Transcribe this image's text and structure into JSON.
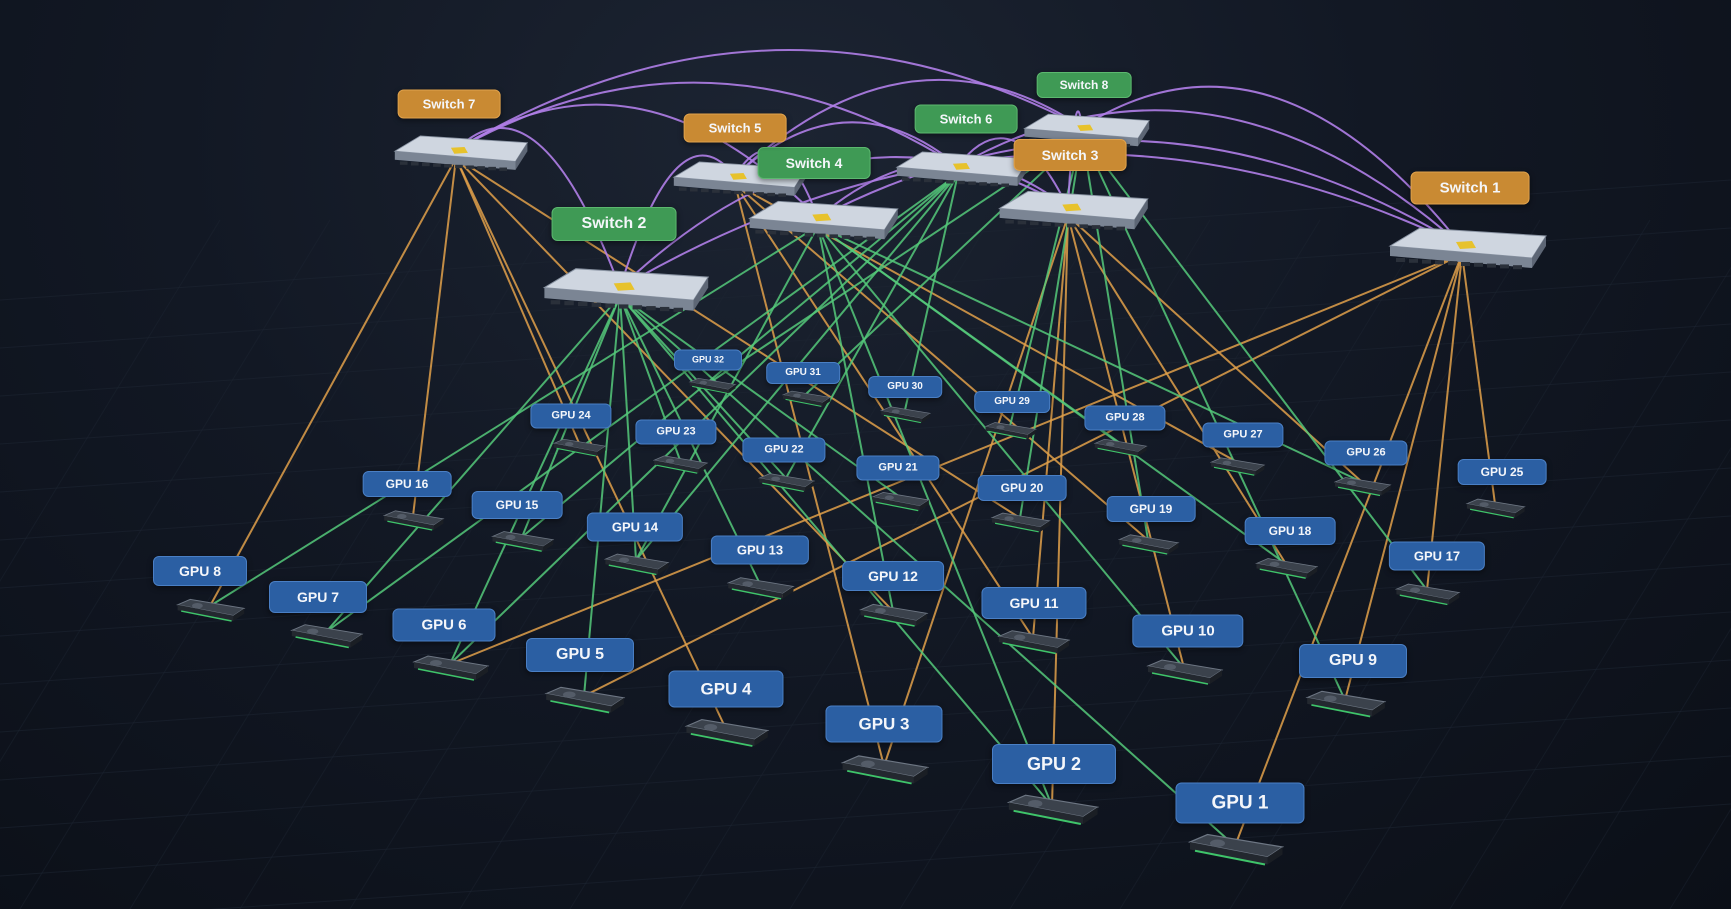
{
  "colors": {
    "link_orange": "#e0a04a",
    "link_green": "#55c97a",
    "link_purple": "#b07ee8",
    "switch_orange": "#c98a33",
    "switch_green": "#3f9a55",
    "gpu_blue": "#2b5fa3"
  },
  "device_icons": {
    "switch": "network-switch-icon",
    "gpu": "gpu-card-icon"
  },
  "switches": [
    {
      "id": "s1",
      "label": "Switch 1",
      "color": "orange"
    },
    {
      "id": "s2",
      "label": "Switch 2",
      "color": "green"
    },
    {
      "id": "s3",
      "label": "Switch 3",
      "color": "orange"
    },
    {
      "id": "s4",
      "label": "Switch 4",
      "color": "green"
    },
    {
      "id": "s5",
      "label": "Switch 5",
      "color": "orange"
    },
    {
      "id": "s6",
      "label": "Switch 6",
      "color": "green"
    },
    {
      "id": "s7",
      "label": "Switch 7",
      "color": "orange"
    },
    {
      "id": "s8",
      "label": "Switch 8",
      "color": "green"
    }
  ],
  "gpus": [
    {
      "id": "g1",
      "label": "GPU 1"
    },
    {
      "id": "g2",
      "label": "GPU 2"
    },
    {
      "id": "g3",
      "label": "GPU 3"
    },
    {
      "id": "g4",
      "label": "GPU 4"
    },
    {
      "id": "g5",
      "label": "GPU 5"
    },
    {
      "id": "g6",
      "label": "GPU 6"
    },
    {
      "id": "g7",
      "label": "GPU 7"
    },
    {
      "id": "g8",
      "label": "GPU 8"
    },
    {
      "id": "g9",
      "label": "GPU 9"
    },
    {
      "id": "g10",
      "label": "GPU 10"
    },
    {
      "id": "g11",
      "label": "GPU 11"
    },
    {
      "id": "g12",
      "label": "GPU 12"
    },
    {
      "id": "g13",
      "label": "GPU 13"
    },
    {
      "id": "g14",
      "label": "GPU 14"
    },
    {
      "id": "g15",
      "label": "GPU 15"
    },
    {
      "id": "g16",
      "label": "GPU 16"
    },
    {
      "id": "g17",
      "label": "GPU 17"
    },
    {
      "id": "g18",
      "label": "GPU 18"
    },
    {
      "id": "g19",
      "label": "GPU 19"
    },
    {
      "id": "g20",
      "label": "GPU 20"
    },
    {
      "id": "g21",
      "label": "GPU 21"
    },
    {
      "id": "g22",
      "label": "GPU 22"
    },
    {
      "id": "g23",
      "label": "GPU 23"
    },
    {
      "id": "g24",
      "label": "GPU 24"
    },
    {
      "id": "g25",
      "label": "GPU 25"
    },
    {
      "id": "g26",
      "label": "GPU 26"
    },
    {
      "id": "g27",
      "label": "GPU 27"
    },
    {
      "id": "g28",
      "label": "GPU 28"
    },
    {
      "id": "g29",
      "label": "GPU 29"
    },
    {
      "id": "g30",
      "label": "GPU 30"
    },
    {
      "id": "g31",
      "label": "GPU 31"
    },
    {
      "id": "g32",
      "label": "GPU 32"
    }
  ],
  "links": [
    {
      "from": "s1",
      "to": "g1"
    },
    {
      "from": "s1",
      "to": "g9"
    },
    {
      "from": "s1",
      "to": "g17"
    },
    {
      "from": "s1",
      "to": "g25"
    },
    {
      "from": "s1",
      "to": "g5"
    },
    {
      "from": "s1",
      "to": "g6"
    },
    {
      "from": "s3",
      "to": "g2"
    },
    {
      "from": "s3",
      "to": "g10"
    },
    {
      "from": "s3",
      "to": "g18"
    },
    {
      "from": "s3",
      "to": "g26"
    },
    {
      "from": "s3",
      "to": "g3"
    },
    {
      "from": "s3",
      "to": "g11"
    },
    {
      "from": "s5",
      "to": "g3"
    },
    {
      "from": "s5",
      "to": "g11"
    },
    {
      "from": "s5",
      "to": "g19"
    },
    {
      "from": "s5",
      "to": "g27"
    },
    {
      "from": "s7",
      "to": "g4"
    },
    {
      "from": "s7",
      "to": "g8"
    },
    {
      "from": "s7",
      "to": "g16"
    },
    {
      "from": "s7",
      "to": "g24"
    },
    {
      "from": "s7",
      "to": "g12"
    },
    {
      "from": "s7",
      "to": "g20"
    },
    {
      "from": "s2",
      "to": "g5"
    },
    {
      "from": "s2",
      "to": "g6"
    },
    {
      "from": "s2",
      "to": "g7"
    },
    {
      "from": "s2",
      "to": "g13"
    },
    {
      "from": "s2",
      "to": "g14"
    },
    {
      "from": "s2",
      "to": "g15"
    },
    {
      "from": "s2",
      "to": "g21"
    },
    {
      "from": "s2",
      "to": "g1"
    },
    {
      "from": "s2",
      "to": "g2"
    },
    {
      "from": "s2",
      "to": "g22"
    },
    {
      "from": "s2",
      "to": "g23"
    },
    {
      "from": "s4",
      "to": "g2"
    },
    {
      "from": "s4",
      "to": "g10"
    },
    {
      "from": "s4",
      "to": "g18"
    },
    {
      "from": "s4",
      "to": "g26"
    },
    {
      "from": "s4",
      "to": "g8"
    },
    {
      "from": "s4",
      "to": "g14"
    },
    {
      "from": "s4",
      "to": "g12"
    },
    {
      "from": "s4",
      "to": "g28"
    },
    {
      "from": "s6",
      "to": "g6"
    },
    {
      "from": "s6",
      "to": "g14"
    },
    {
      "from": "s6",
      "to": "g22"
    },
    {
      "from": "s6",
      "to": "g30"
    },
    {
      "from": "s6",
      "to": "g7"
    },
    {
      "from": "s6",
      "to": "g15"
    },
    {
      "from": "s8",
      "to": "g9"
    },
    {
      "from": "s8",
      "to": "g17"
    },
    {
      "from": "s8",
      "to": "g19"
    },
    {
      "from": "s8",
      "to": "g29"
    },
    {
      "from": "s8",
      "to": "g20"
    },
    {
      "from": "s8",
      "to": "g31"
    },
    {
      "from": "s8",
      "to": "g32"
    }
  ],
  "uplinks": [
    {
      "from": "s2",
      "to": "s1"
    },
    {
      "from": "s2",
      "to": "s3"
    },
    {
      "from": "s2",
      "to": "s5"
    },
    {
      "from": "s2",
      "to": "s7"
    },
    {
      "from": "s4",
      "to": "s1"
    },
    {
      "from": "s4",
      "to": "s3"
    },
    {
      "from": "s4",
      "to": "s5"
    },
    {
      "from": "s4",
      "to": "s7"
    },
    {
      "from": "s6",
      "to": "s1"
    },
    {
      "from": "s6",
      "to": "s3"
    },
    {
      "from": "s6",
      "to": "s5"
    },
    {
      "from": "s6",
      "to": "s7"
    },
    {
      "from": "s8",
      "to": "s1"
    },
    {
      "from": "s8",
      "to": "s3"
    },
    {
      "from": "s8",
      "to": "s5"
    },
    {
      "from": "s8",
      "to": "s7"
    }
  ]
}
